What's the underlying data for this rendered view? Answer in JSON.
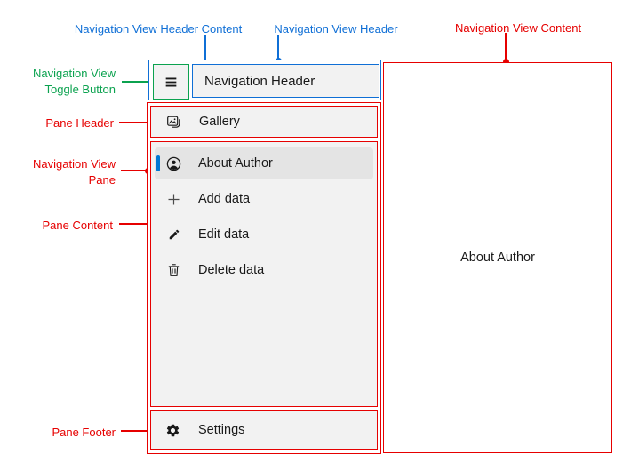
{
  "colors": {
    "callout_blue": "#0f6fd6",
    "callout_green": "#0ba24f",
    "callout_red": "#e60000",
    "selection_accent": "#0078d4",
    "pane_background": "#f2f2f2",
    "selected_item_background": "#e4e4e4"
  },
  "callouts": {
    "header_content": "Navigation View Header Content",
    "header": "Navigation View Header",
    "content": "Navigation View Content",
    "toggle_button": "Navigation View Toggle Button",
    "pane_header": "Pane Header",
    "pane": "Navigation View Pane",
    "pane_content": "Pane Content",
    "pane_footer": "Pane Footer"
  },
  "nav_view": {
    "header_text": "Navigation Header",
    "toggle_icon": "hamburger-icon",
    "pane_header": {
      "label": "Gallery",
      "icon": "gallery-icon"
    },
    "items": [
      {
        "label": "About Author",
        "icon": "contact-icon",
        "selected": true
      },
      {
        "label": "Add data",
        "icon": "add-icon",
        "selected": false
      },
      {
        "label": "Edit data",
        "icon": "edit-icon",
        "selected": false
      },
      {
        "label": "Delete data",
        "icon": "delete-icon",
        "selected": false
      }
    ],
    "footer": {
      "label": "Settings",
      "icon": "settings-icon"
    },
    "content_text": "About Author"
  }
}
